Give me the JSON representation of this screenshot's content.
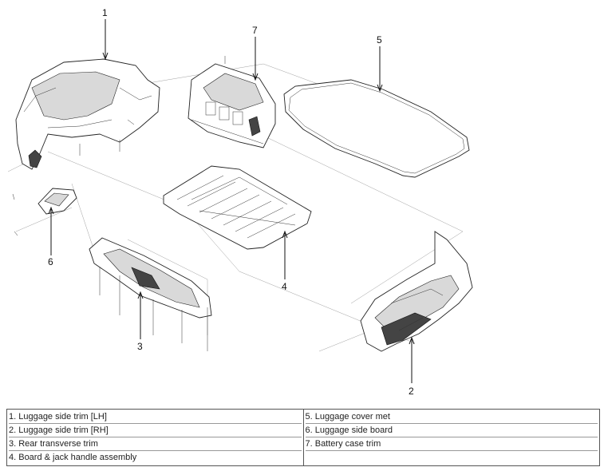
{
  "callouts": {
    "c1": "1",
    "c2": "2",
    "c3": "3",
    "c4": "4",
    "c5": "5",
    "c6": "6",
    "c7": "7"
  },
  "legend": {
    "left": [
      "1. Luggage side trim [LH]",
      "2. Luggage side trim [RH]",
      "3. Rear transverse trim",
      "4. Board & jack handle assembly"
    ],
    "right": [
      "5. Luggage cover met",
      "6. Luggage side board",
      "7. Battery case trim"
    ]
  }
}
